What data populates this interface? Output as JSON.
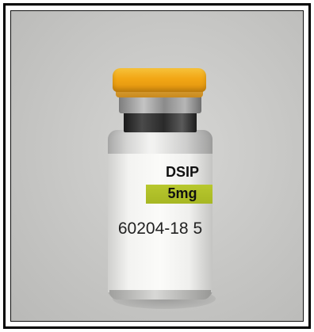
{
  "vial_label": {
    "product_name": "DSIP",
    "dose": "5mg",
    "lot_number": "60204-18 5"
  },
  "colors": {
    "cap": "#f2a614",
    "dose_band": "#b8c82e",
    "background": "#c9c9c7"
  }
}
